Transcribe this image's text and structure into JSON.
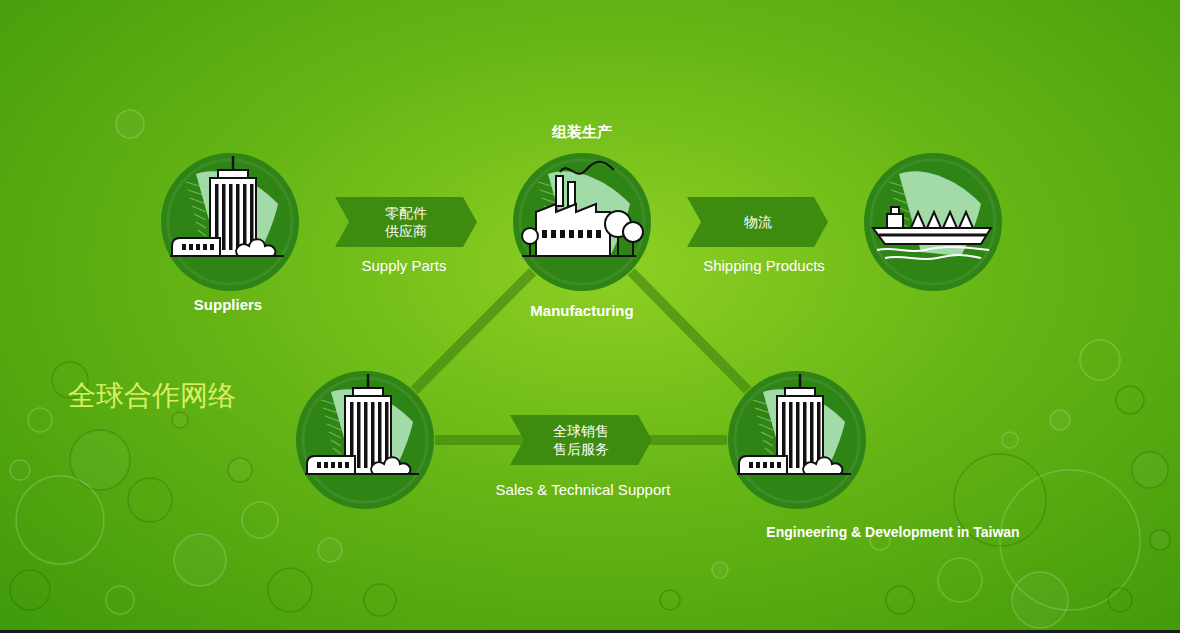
{
  "diagram": {
    "title": "全球合作网络",
    "nodes": [
      {
        "text": [
          "Suppliers"
        ]
      },
      {
        "text": [
          "组装生产",
          "Manufacturing"
        ]
      },
      {
        "text": []
      },
      {
        "text": []
      },
      {
        "text": [
          "Engineering & Development in Taiwan"
        ]
      }
    ],
    "edges": [
      {
        "from": 0,
        "to": 1,
        "arrow": "to",
        "label": "零配件 供应商"
      },
      {
        "from": 1,
        "to": 2,
        "arrow": "to",
        "label": "物流"
      },
      {
        "from": 3,
        "to": 4,
        "arrow": "to",
        "label": "全球销售 售后服务"
      },
      {
        "from": 1,
        "to": 3,
        "arrow": "none"
      },
      {
        "from": 1,
        "to": 4,
        "arrow": "none"
      }
    ],
    "labels": [
      "Supply Parts",
      "Shipping Products",
      "Sales & Technical Support"
    ]
  }
}
